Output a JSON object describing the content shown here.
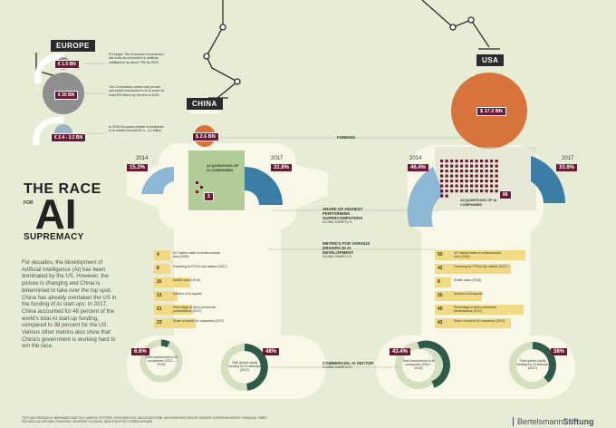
{
  "title": {
    "line1": "THE RACE",
    "for": "FOR",
    "ai": "AI",
    "line3": "SUPREMACY"
  },
  "intro": "For decades, the development of Artificial Intelligence (AI) has been dominated by the US. However, the picture is changing and China is determined to take over the top spot. China has already overtaken the US in the funding of AI start-ups: In 2017, China accounted for 48 percent of the world's total AI start-up funding, compared to 38 percent for the US. Various other metrics also show that China's government is working hard to win the race.",
  "europe": {
    "flag": "EUROPE",
    "tags": [
      "€ 1.5 BN",
      "€ 20 BN",
      "€ 2.4 - 3.2 BN"
    ],
    "notes": [
      "EU target: The European Commission will boost its investment in artificial intelligence by about 70% by 2020.",
      "The Commission wants total private and public investment in AI to reach at least €20 billion by the end of 2020.",
      "In 2016 European private investments in AI totalled around €2.4 - 3.2 billion."
    ]
  },
  "china": {
    "flag": "CHINA",
    "funding": "$ 2.6 BN",
    "acq_label": "ACQUISITIONS OF AI COMPANIES",
    "acq_count": "3",
    "share_2014": "15.2%",
    "share_2017": "31.8%",
    "year_2014": "2014",
    "year_2017": "2017",
    "metrics": [
      {
        "value": "4",
        "label": "IoT market share of semiconductor area (2016)",
        "fill": 0.08
      },
      {
        "value": "8",
        "label": "Financing for FPGA chip makers (2017)",
        "fill": 0.16
      },
      {
        "value": "20",
        "label": "Mobile users (2016)",
        "fill": 0.4
      },
      {
        "value": "13",
        "label": "Number of AI experts",
        "fill": 0.26
      },
      {
        "value": "21",
        "label": "Percentage of AAAI conference presentations (2017)",
        "fill": 0.42
      },
      {
        "value": "23",
        "label": "Share of world's AI companies (2017)",
        "fill": 0.46
      }
    ],
    "left_pct": "6.6%",
    "left_circle": "Total investments in AI companies (2012 - 2016)",
    "right_pct": "48%",
    "right_circle": "Total global equity funding for AI startups (2017)"
  },
  "usa": {
    "flag": "USA",
    "funding": "$ 17.2 BN",
    "acq_label": "ACQUISITIONS OF AI COMPANIES",
    "acq_count": "86",
    "share_2014": "46.4%",
    "share_2017": "33.6%",
    "year_2014": "2014",
    "year_2017": "2017",
    "metrics": [
      {
        "value": "50",
        "label": "IoT market share of semiconductor area (2016)",
        "fill": 1.0
      },
      {
        "value": "42",
        "label": "Financing for FPGA chip makers (2017)",
        "fill": 0.84
      },
      {
        "value": "8",
        "label": "Mobile users (2016)",
        "fill": 0.16
      },
      {
        "value": "26",
        "label": "Number of AI experts",
        "fill": 0.52
      },
      {
        "value": "49",
        "label": "Percentage of AAAI conference presentations (2017)",
        "fill": 0.98
      },
      {
        "value": "42",
        "label": "Share of world's AI companies (2017)",
        "fill": 0.84
      }
    ],
    "left_pct": "43.4%",
    "left_circle": "Total investments in AI companies (2012 - 2016)",
    "right_pct": "38%",
    "right_circle": "Total global equity funding for AI startups (2017)"
  },
  "center": {
    "funding": "FUNDING",
    "super_title": "SHARE OF HIGHEST PERFORMING SUPERCOMPUTERS",
    "super_sub": "GLOBAL SHARE IN %",
    "metrics_title": "METRICS FOR VARIOUS DRIVERS IN AI DEVELOPMENT",
    "metrics_sub": "GLOBAL SHARE IN %",
    "commercial_title": "COMMERCIAL AI SECTOR",
    "commercial_sub": "GLOBAL SHARE IN %"
  },
  "footer": {
    "credits": "TEXT AND RESEARCH: BERNHARD BARTSCH, MARTIN GOTTSKE; INFOGRAPHICS: KATJA GOHTHEIM; INFOGRAPHICS GROUP; SOURCE: EUROPEAN GROUP; FINANCIAL TIMES; TECHNOLOGY REVIEW; STANFORD UNIVERSITY AI INDEX; NEW SCIENTIST; FORBES AFFAIRS",
    "logo_a": "Bertelsmann",
    "logo_b": "Stiftung"
  },
  "colors": {
    "bg": "#e7ecd5",
    "body": "#f8f7e8",
    "china_face": "#b1cc96",
    "orange": "#d8733c",
    "burgundy": "#6b1a34",
    "blue_dark": "#3b7ea5",
    "blue_light": "#8db8d5",
    "yellow": "#f2d983",
    "teal_dark": "#2e5b4a",
    "grey": "#8f8f8f"
  }
}
